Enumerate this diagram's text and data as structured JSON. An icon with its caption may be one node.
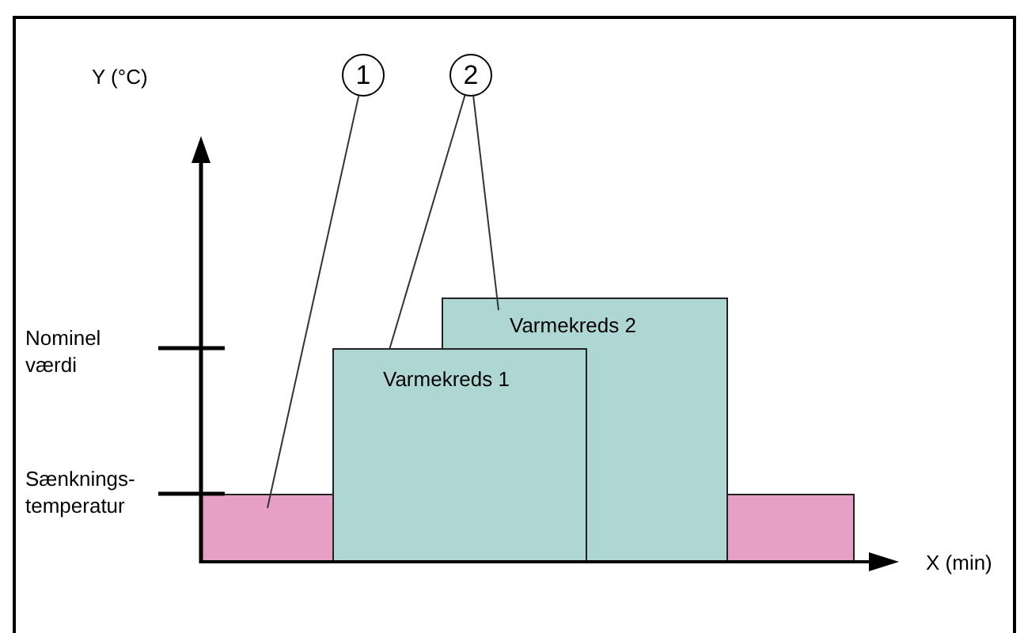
{
  "diagram": {
    "nodes": [
      {
        "text": [
          "1"
        ]
      },
      {
        "text": [
          "2"
        ]
      },
      {
        "text": [],
        "shape": "box"
      },
      {
        "text": [
          "Varmekreds 1"
        ]
      },
      {
        "text": [
          "Varmekreds 2"
        ]
      },
      {
        "text": [],
        "shape": "box"
      }
    ],
    "edges": [
      {
        "from": 0,
        "to": 2,
        "arrow": "none"
      },
      {
        "from": 1,
        "to": 3,
        "arrow": "none"
      },
      {
        "from": 1,
        "to": 4,
        "arrow": "none"
      }
    ],
    "labels": [
      "Y (°C)",
      "Nominel værdi",
      "Sænknings- temperatur",
      "X (min)"
    ]
  }
}
